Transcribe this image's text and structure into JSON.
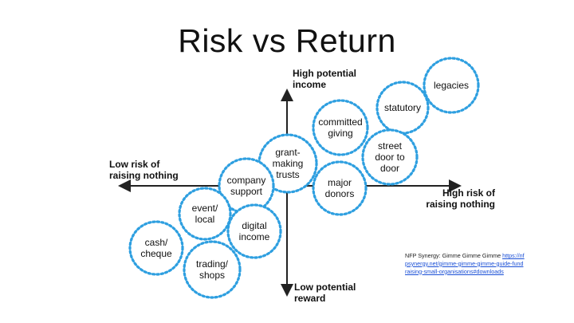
{
  "title": "Risk vs Return",
  "axes": {
    "top": "High potential income",
    "bottom": "Low potential reward",
    "left": "Low risk of raising nothing",
    "right": "High risk of raising nothing"
  },
  "bubbles": [
    {
      "id": "legacies",
      "lines": [
        "legacies"
      ]
    },
    {
      "id": "statutory",
      "lines": [
        "statutory"
      ]
    },
    {
      "id": "committed-giving",
      "lines": [
        "committed",
        "giving"
      ]
    },
    {
      "id": "street-door-to-door",
      "lines": [
        "street",
        "door to",
        "door"
      ]
    },
    {
      "id": "grant-making-trusts",
      "lines": [
        "grant-",
        "making",
        "trusts"
      ]
    },
    {
      "id": "company-support",
      "lines": [
        "company",
        "support"
      ]
    },
    {
      "id": "major-donors",
      "lines": [
        "major",
        "donors"
      ]
    },
    {
      "id": "event-local",
      "lines": [
        "event/",
        "local"
      ]
    },
    {
      "id": "digital-income",
      "lines": [
        "digital",
        "income"
      ]
    },
    {
      "id": "cash-cheque",
      "lines": [
        "cash/",
        "cheque"
      ]
    },
    {
      "id": "trading-shops",
      "lines": [
        "trading/",
        "shops"
      ]
    }
  ],
  "source": {
    "text": "NFP Synergy: Gimme Gimme Gimme",
    "link": "https://nfpsynergy.net/gimme-gimme-gimme-guide-fundraising-small-organisations#downloads"
  },
  "colors": {
    "bubble": "#2e9fe0",
    "axis": "#222222",
    "link": "#1a4fd6"
  }
}
